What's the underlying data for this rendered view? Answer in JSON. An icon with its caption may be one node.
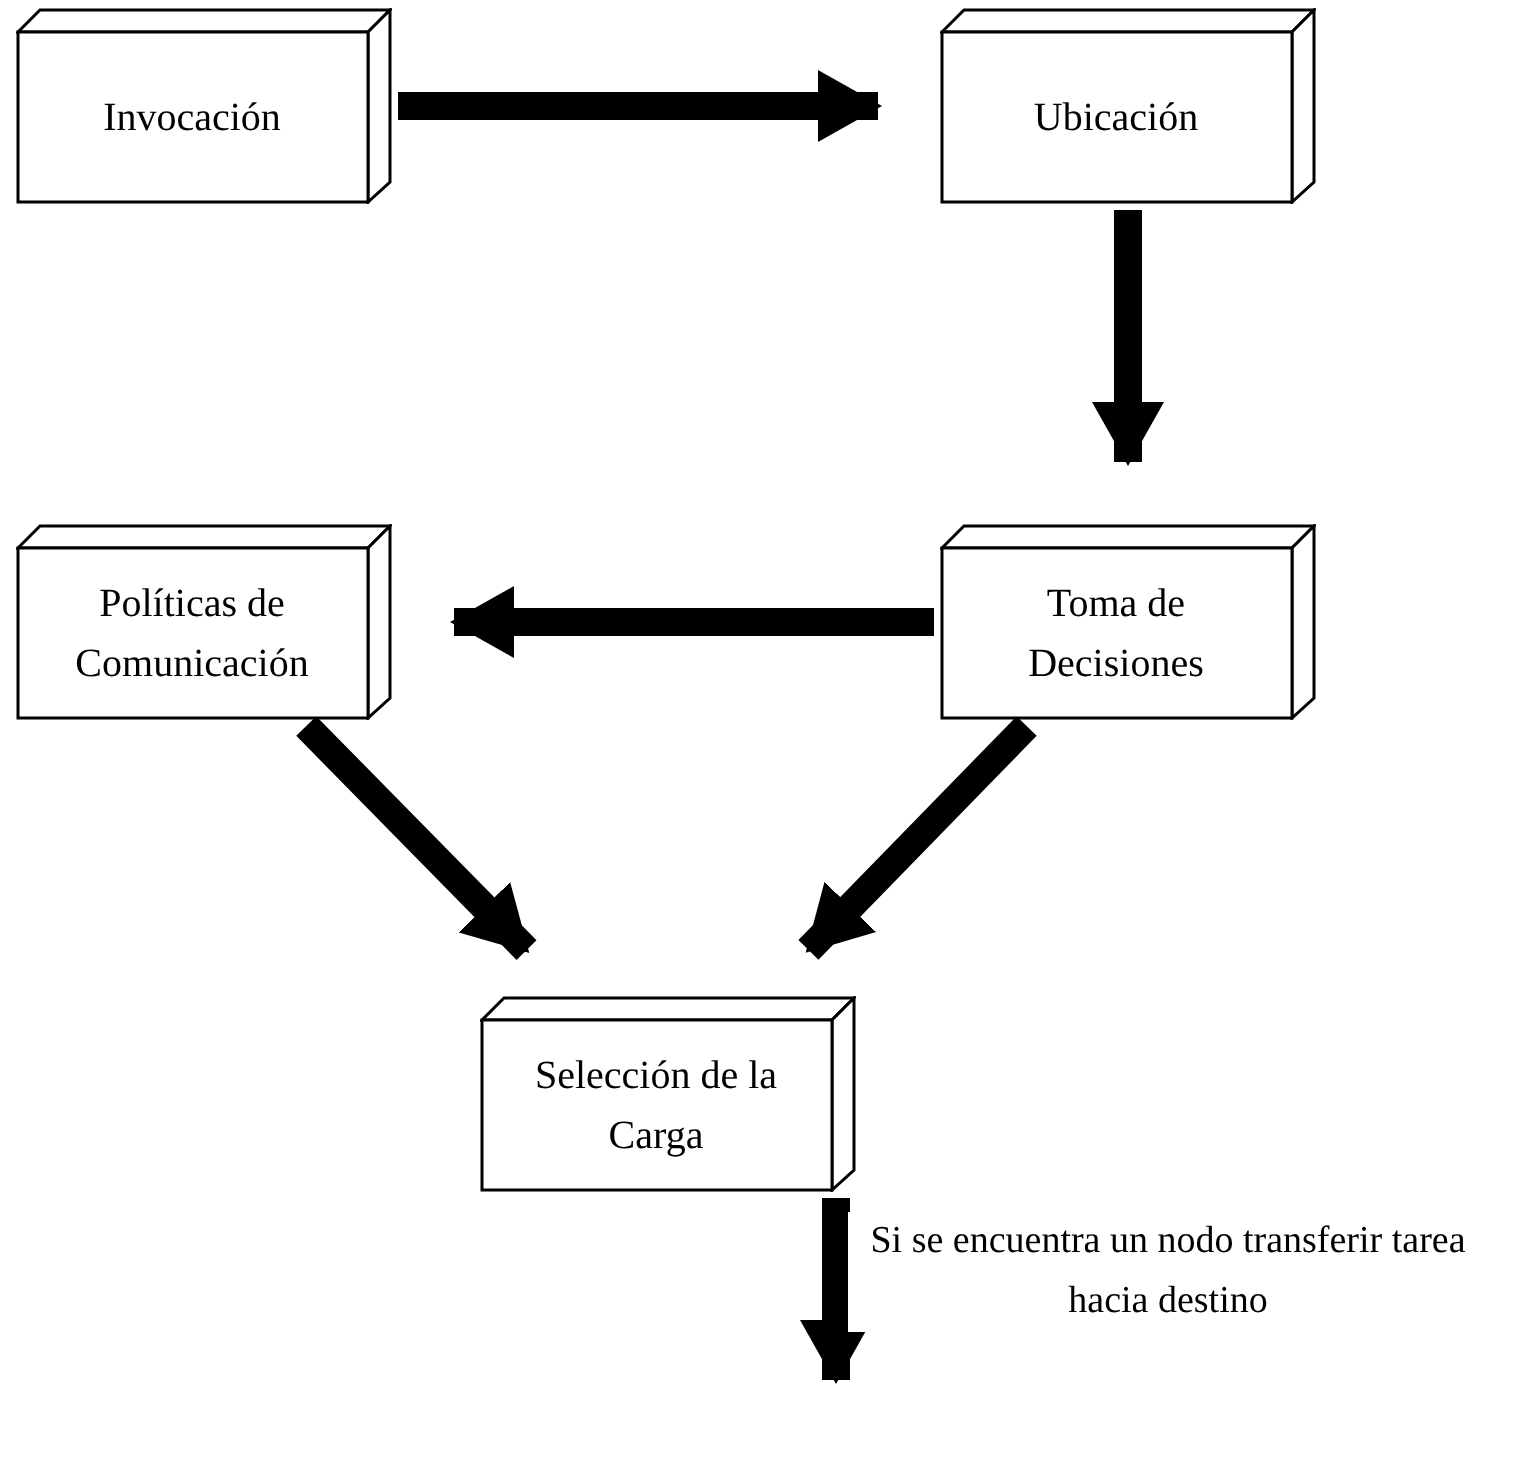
{
  "diagram": {
    "nodes": [
      {
        "text": [
          "Invocación"
        ]
      },
      {
        "text": [
          "Ubicación"
        ]
      },
      {
        "text": [
          "Políticas de Comunicación"
        ]
      },
      {
        "text": [
          "Toma de Decisiones"
        ]
      },
      {
        "text": [
          "Selección de la Carga"
        ]
      }
    ],
    "edges": [
      {
        "from": 0,
        "to": 1,
        "arrow": "to"
      },
      {
        "from": 1,
        "to": 3,
        "arrow": "to"
      },
      {
        "from": 3,
        "to": 2,
        "arrow": "to"
      },
      {
        "from": 2,
        "to": 4,
        "arrow": "to"
      },
      {
        "from": 3,
        "to": 4,
        "arrow": "to"
      },
      {
        "from": 4,
        "to": null,
        "arrow": "to",
        "label": "Si se encuentra un nodo transferir tarea hacia destino"
      }
    ]
  }
}
